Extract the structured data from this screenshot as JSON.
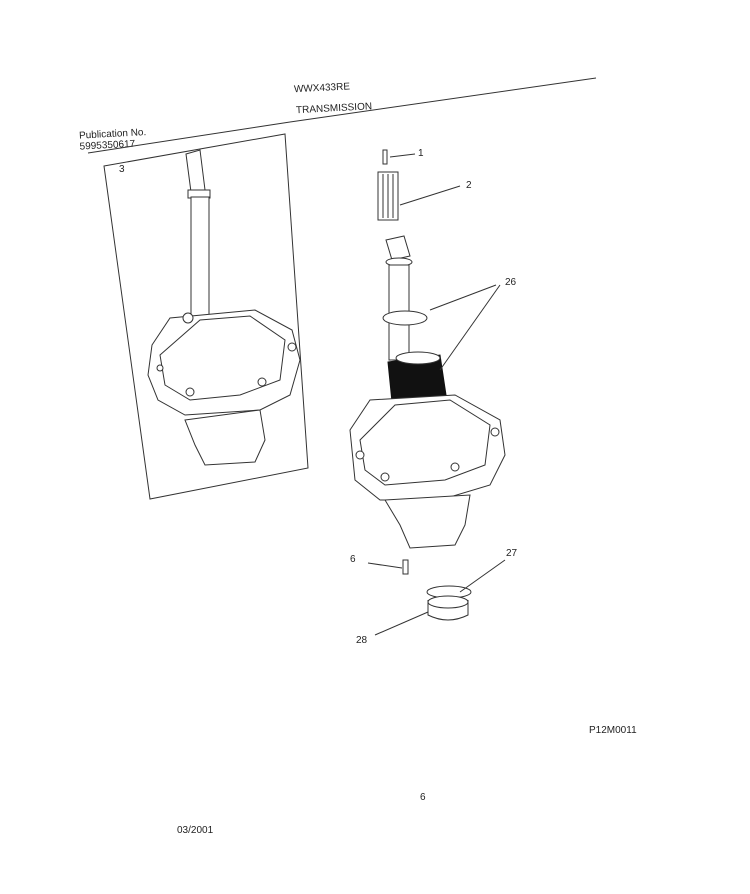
{
  "header": {
    "publication_label": "Publication No.",
    "publication_number": "5995350617",
    "model": "WWX433RE",
    "section": "TRANSMISSION"
  },
  "callouts": {
    "c1": "1",
    "c2": "2",
    "c3": "3",
    "c6": "6",
    "c26": "26",
    "c27": "27",
    "c28": "28"
  },
  "footer": {
    "figure_code": "P12M0011",
    "page_number": "6",
    "date": "03/2001"
  }
}
